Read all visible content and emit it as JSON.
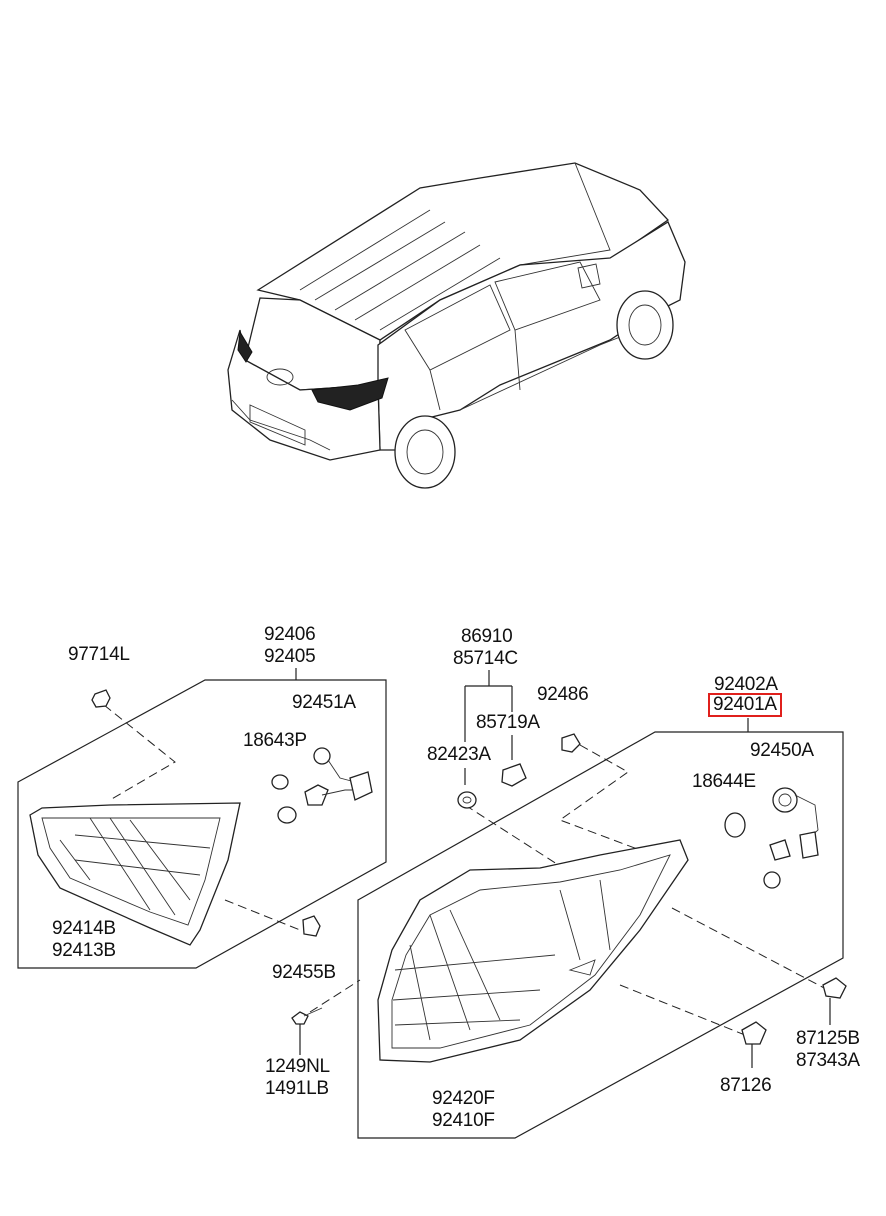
{
  "labels": {
    "p97714L": "97714L",
    "p92406": "92406",
    "p92405": "92405",
    "p92451A": "92451A",
    "p18643P": "18643P",
    "p92414B": "92414B",
    "p92413B": "92413B",
    "p92455B": "92455B",
    "p1249NL": "1249NL",
    "p1491LB": "1491LB",
    "p86910": "86910",
    "p85714C": "85714C",
    "p85719A": "85719A",
    "p82423A": "82423A",
    "p92486": "92486",
    "p92402A": "92402A",
    "p92401A": "92401A",
    "p92450A": "92450A",
    "p18644E": "18644E",
    "p92420F": "92420F",
    "p92410F": "92410F",
    "p87125B": "87125B",
    "p87343A": "87343A",
    "p87126": "87126"
  },
  "highlight_color": "#e0201c"
}
